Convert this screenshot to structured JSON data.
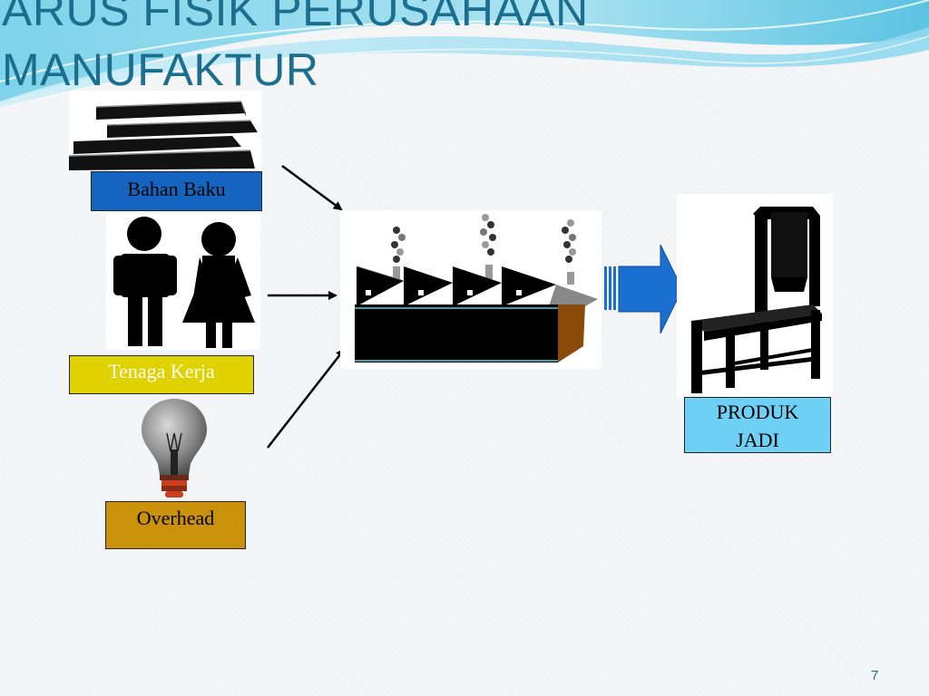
{
  "title": "ARUS FISIK PERUSAHAAN MANUFAKTUR",
  "inputs": {
    "raw_material": "Bahan Baku",
    "labor": "Tenaga Kerja",
    "overhead": "Overhead"
  },
  "output": {
    "line1": "PRODUK",
    "line2": "JADI"
  },
  "page_number": "7",
  "colors": {
    "title": "#1c6e8e",
    "raw_material_box": "#1565c0",
    "labor_box": "#e0d200",
    "overhead_box": "#c9920a",
    "output_box": "#6fd0f6",
    "big_arrow": "#1a6fd0"
  }
}
